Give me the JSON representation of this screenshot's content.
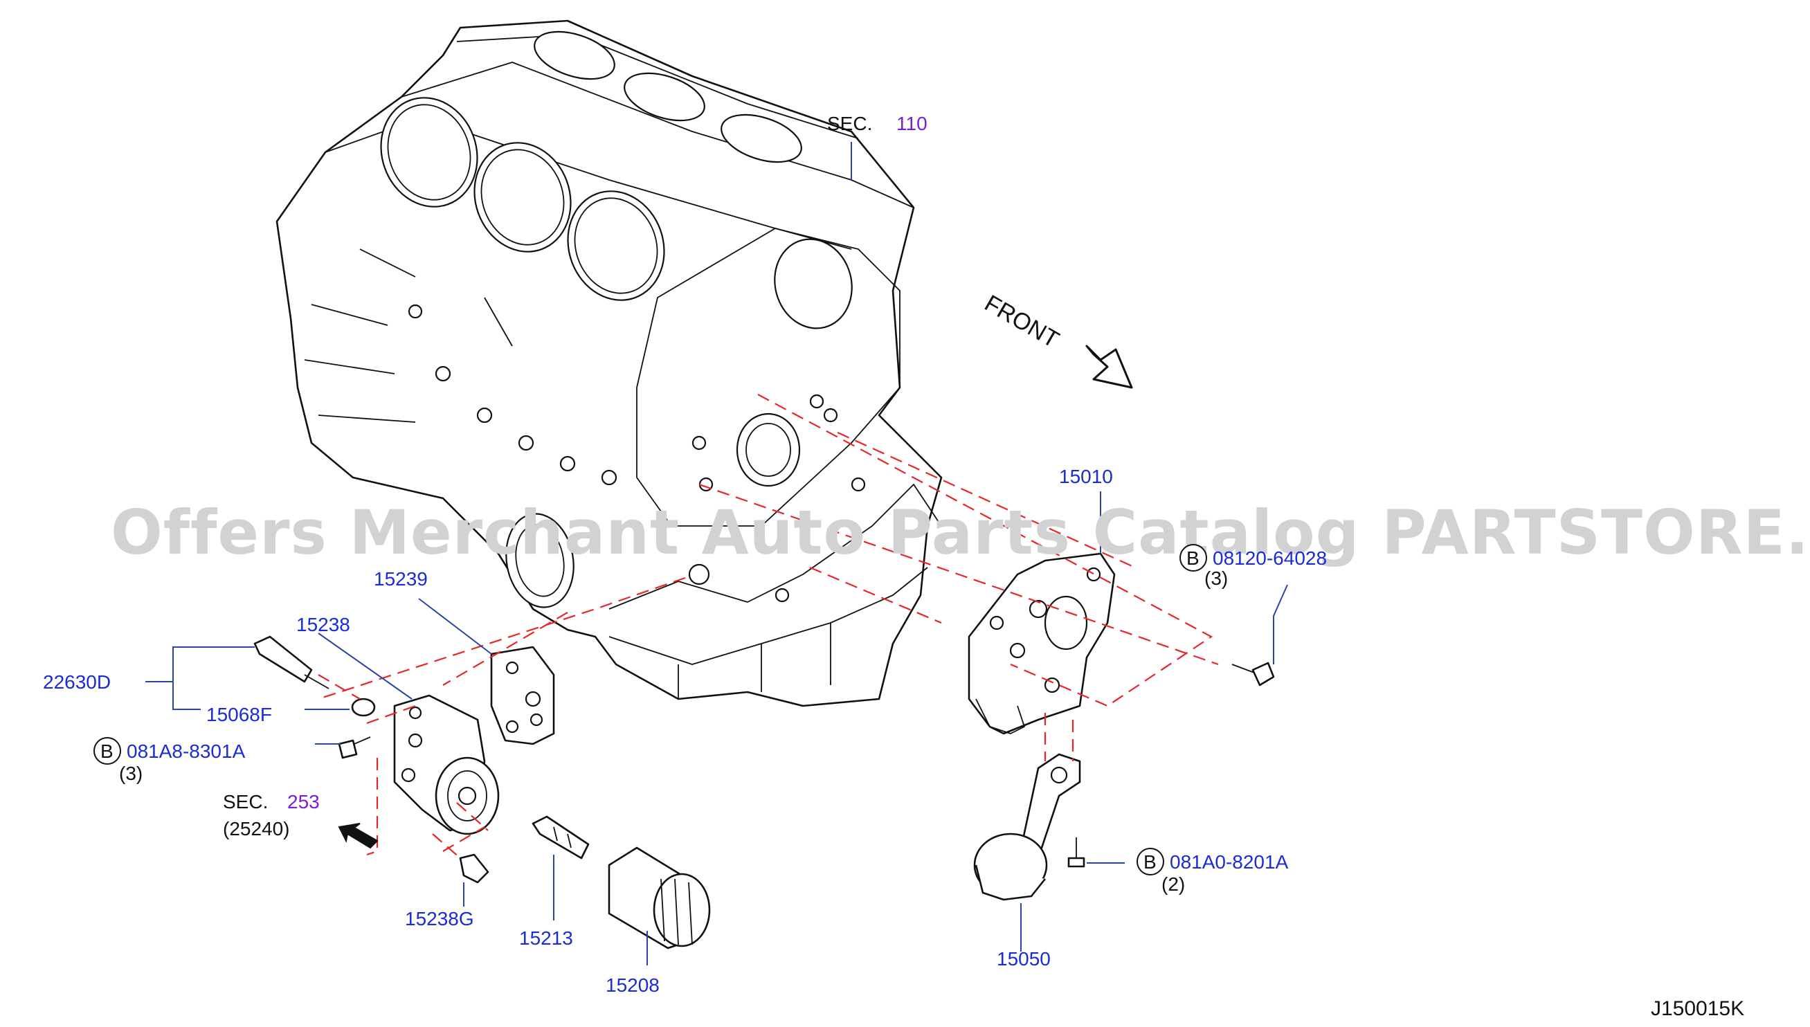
{
  "watermark": "Offers Merchant Auto Parts Catalog PARTSTORE.SA",
  "figure_code": "J150015K",
  "front_label": "FRONT",
  "sections": [
    {
      "prefix": "SEC.",
      "number": "110"
    },
    {
      "prefix": "SEC.",
      "number": "253",
      "sub": "(25240)"
    }
  ],
  "parts": {
    "p15010": "15010",
    "p15239": "15239",
    "p15238": "15238",
    "p22630D": "22630D",
    "p15068F": "15068F",
    "p15238G": "15238G",
    "p15213": "15213",
    "p15208": "15208",
    "p15050": "15050"
  },
  "bolts": [
    {
      "marker": "B",
      "code": "081A8-8301A",
      "qty": "(3)"
    },
    {
      "marker": "B",
      "code": "08120-64028",
      "qty": "(3)"
    },
    {
      "marker": "B",
      "code": "081A0-8201A",
      "qty": "(2)"
    }
  ],
  "colors": {
    "part_number": "#1a2bd8",
    "section_number": "#7a1fd8",
    "dashed_guide": "#e8262a",
    "leader": "#2a44a8",
    "watermark": "#d2d2d2"
  }
}
